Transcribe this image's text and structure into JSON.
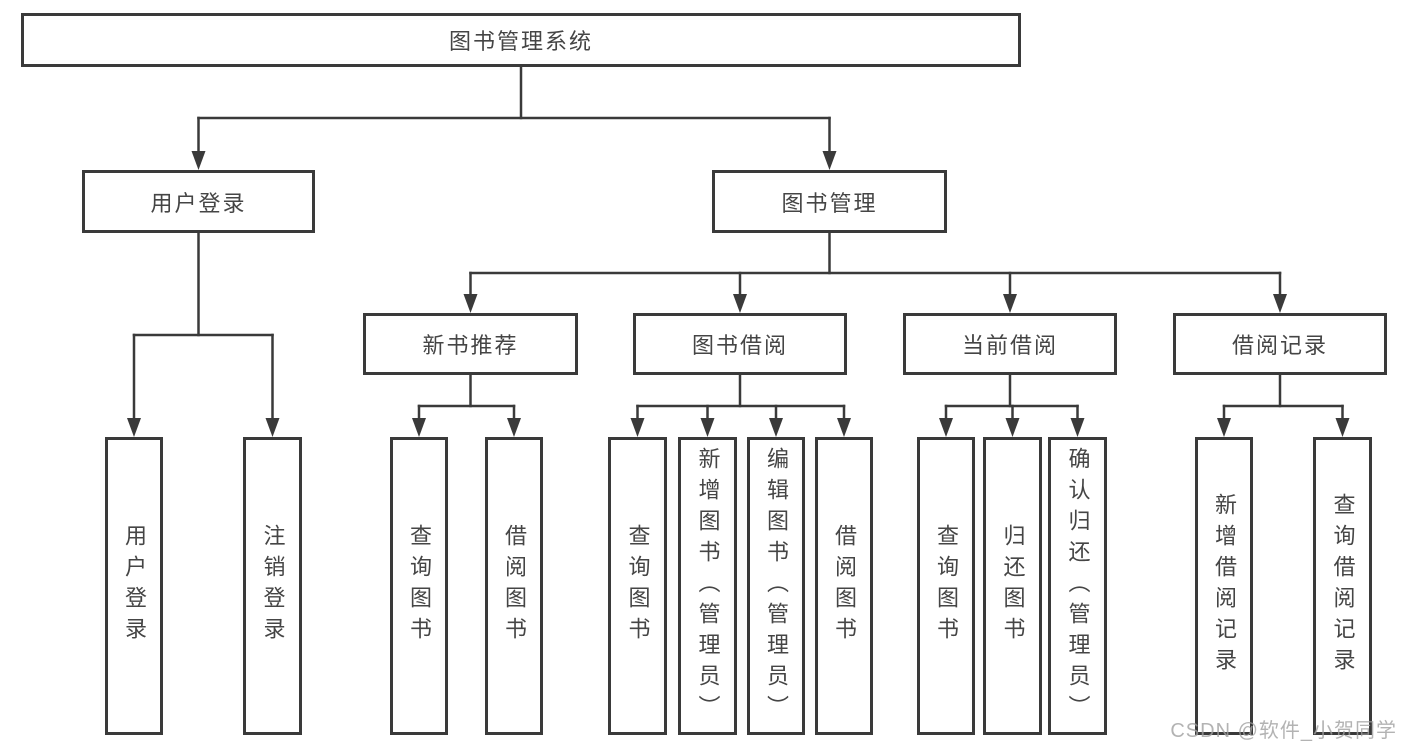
{
  "diagram": {
    "title": "图书管理系统",
    "type": "hierarchy-tree",
    "nodes": {
      "root": {
        "label": "图书管理系统"
      },
      "userLogin": {
        "label": "用户登录"
      },
      "bookMgmt": {
        "label": "图书管理"
      },
      "newBookRec": {
        "label": "新书推荐"
      },
      "bookBorrow": {
        "label": "图书借阅"
      },
      "currentBorrow": {
        "label": "当前借阅"
      },
      "borrowRecords": {
        "label": "借阅记录"
      },
      "userLoginLeaf": {
        "label": "用户登录"
      },
      "logoutLeaf": {
        "label": "注销登录"
      },
      "queryBooks1": {
        "label": "查询图书"
      },
      "borrowBooks1": {
        "label": "借阅图书"
      },
      "queryBooks2": {
        "label": "查询图书"
      },
      "addBook": {
        "label": "新增图书（管理员）"
      },
      "editBook": {
        "label": "编辑图书（管理员）"
      },
      "borrowBooks2": {
        "label": "借阅图书"
      },
      "queryBooks3": {
        "label": "查询图书"
      },
      "returnBook": {
        "label": "归还图书"
      },
      "confirmReturn": {
        "label": "确认归还（管理员）"
      },
      "addBorrowRecord": {
        "label": "新增借阅记录"
      },
      "queryBorrowRecord": {
        "label": "查询借阅记录"
      }
    },
    "edges": [
      {
        "from": "root",
        "to": [
          "userLogin",
          "bookMgmt"
        ]
      },
      {
        "from": "userLogin",
        "to": [
          "userLoginLeaf",
          "logoutLeaf"
        ]
      },
      {
        "from": "bookMgmt",
        "to": [
          "newBookRec",
          "bookBorrow",
          "currentBorrow",
          "borrowRecords"
        ]
      },
      {
        "from": "newBookRec",
        "to": [
          "queryBooks1",
          "borrowBooks1"
        ]
      },
      {
        "from": "bookBorrow",
        "to": [
          "queryBooks2",
          "addBook",
          "editBook",
          "borrowBooks2"
        ]
      },
      {
        "from": "currentBorrow",
        "to": [
          "queryBooks3",
          "returnBook",
          "confirmReturn"
        ]
      },
      {
        "from": "borrowRecords",
        "to": [
          "addBorrowRecord",
          "queryBorrowRecord"
        ]
      }
    ]
  },
  "watermark": {
    "text": "CSDN @软件_小贺同学"
  },
  "colors": {
    "line": "#3a3a3a",
    "box_border": "#3a3a3a",
    "text": "#454545",
    "watermark": "#a0a0a0",
    "background": "#ffffff"
  }
}
